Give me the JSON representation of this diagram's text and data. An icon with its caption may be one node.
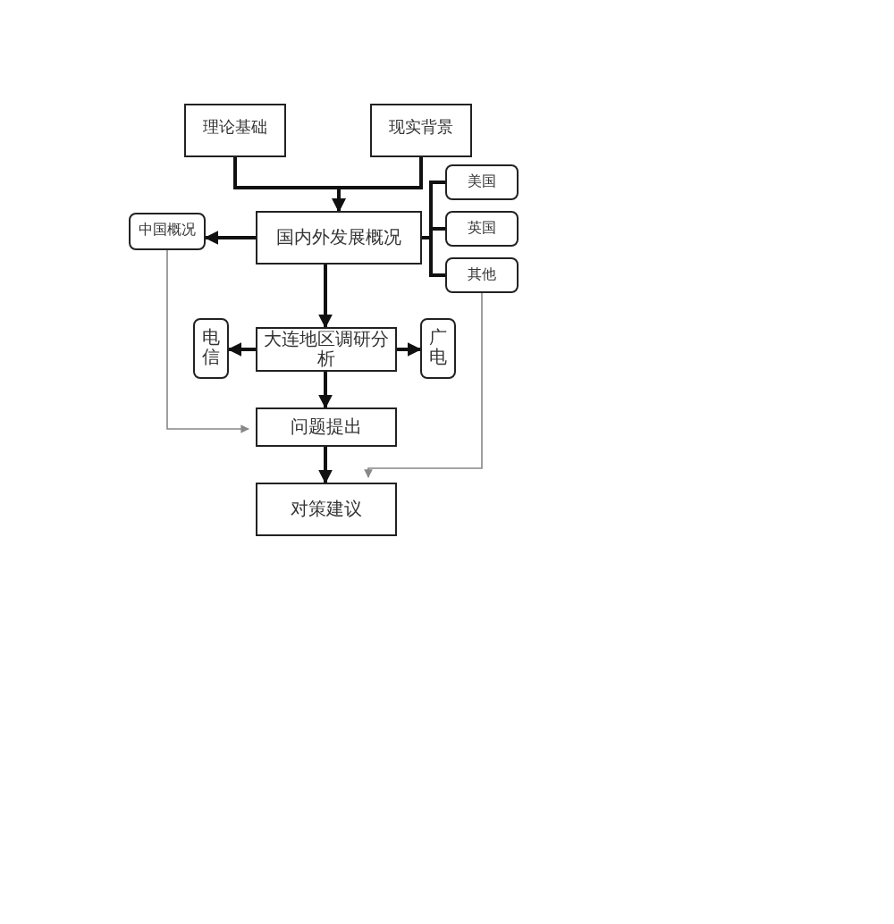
{
  "diagram": {
    "nodes": [
      {
        "text": [
          "理论基础"
        ]
      },
      {
        "text": [
          "现实背景"
        ]
      },
      {
        "text": [
          "国内外发展概况"
        ]
      },
      {
        "text": [
          "中国概况"
        ]
      },
      {
        "text": [
          "美国"
        ]
      },
      {
        "text": [
          "英国"
        ]
      },
      {
        "text": [
          "其他"
        ]
      },
      {
        "text": [
          "电信"
        ]
      },
      {
        "text": [
          "大连地区调研分析"
        ]
      },
      {
        "text": [
          "广电"
        ]
      },
      {
        "text": [
          "问题提出"
        ]
      },
      {
        "text": [
          "对策建议"
        ]
      }
    ],
    "edges": [
      {
        "from": 0,
        "to": 2,
        "arrow": "to"
      },
      {
        "from": 1,
        "to": 2,
        "arrow": "to"
      },
      {
        "from": 2,
        "to": 3,
        "arrow": "to"
      },
      {
        "from": 2,
        "to": 4,
        "arrow": "none"
      },
      {
        "from": 2,
        "to": 5,
        "arrow": "none"
      },
      {
        "from": 2,
        "to": 6,
        "arrow": "none"
      },
      {
        "from": 2,
        "to": 8,
        "arrow": "to"
      },
      {
        "from": 8,
        "to": 7,
        "arrow": "to"
      },
      {
        "from": 8,
        "to": 9,
        "arrow": "to"
      },
      {
        "from": 3,
        "to": 10,
        "arrow": "to",
        "color": "#888888"
      },
      {
        "from": 8,
        "to": 10,
        "arrow": "to"
      },
      {
        "from": 10,
        "to": 11,
        "arrow": "to"
      },
      {
        "from": 6,
        "to": 11,
        "arrow": "to",
        "color": "#888888"
      }
    ]
  }
}
